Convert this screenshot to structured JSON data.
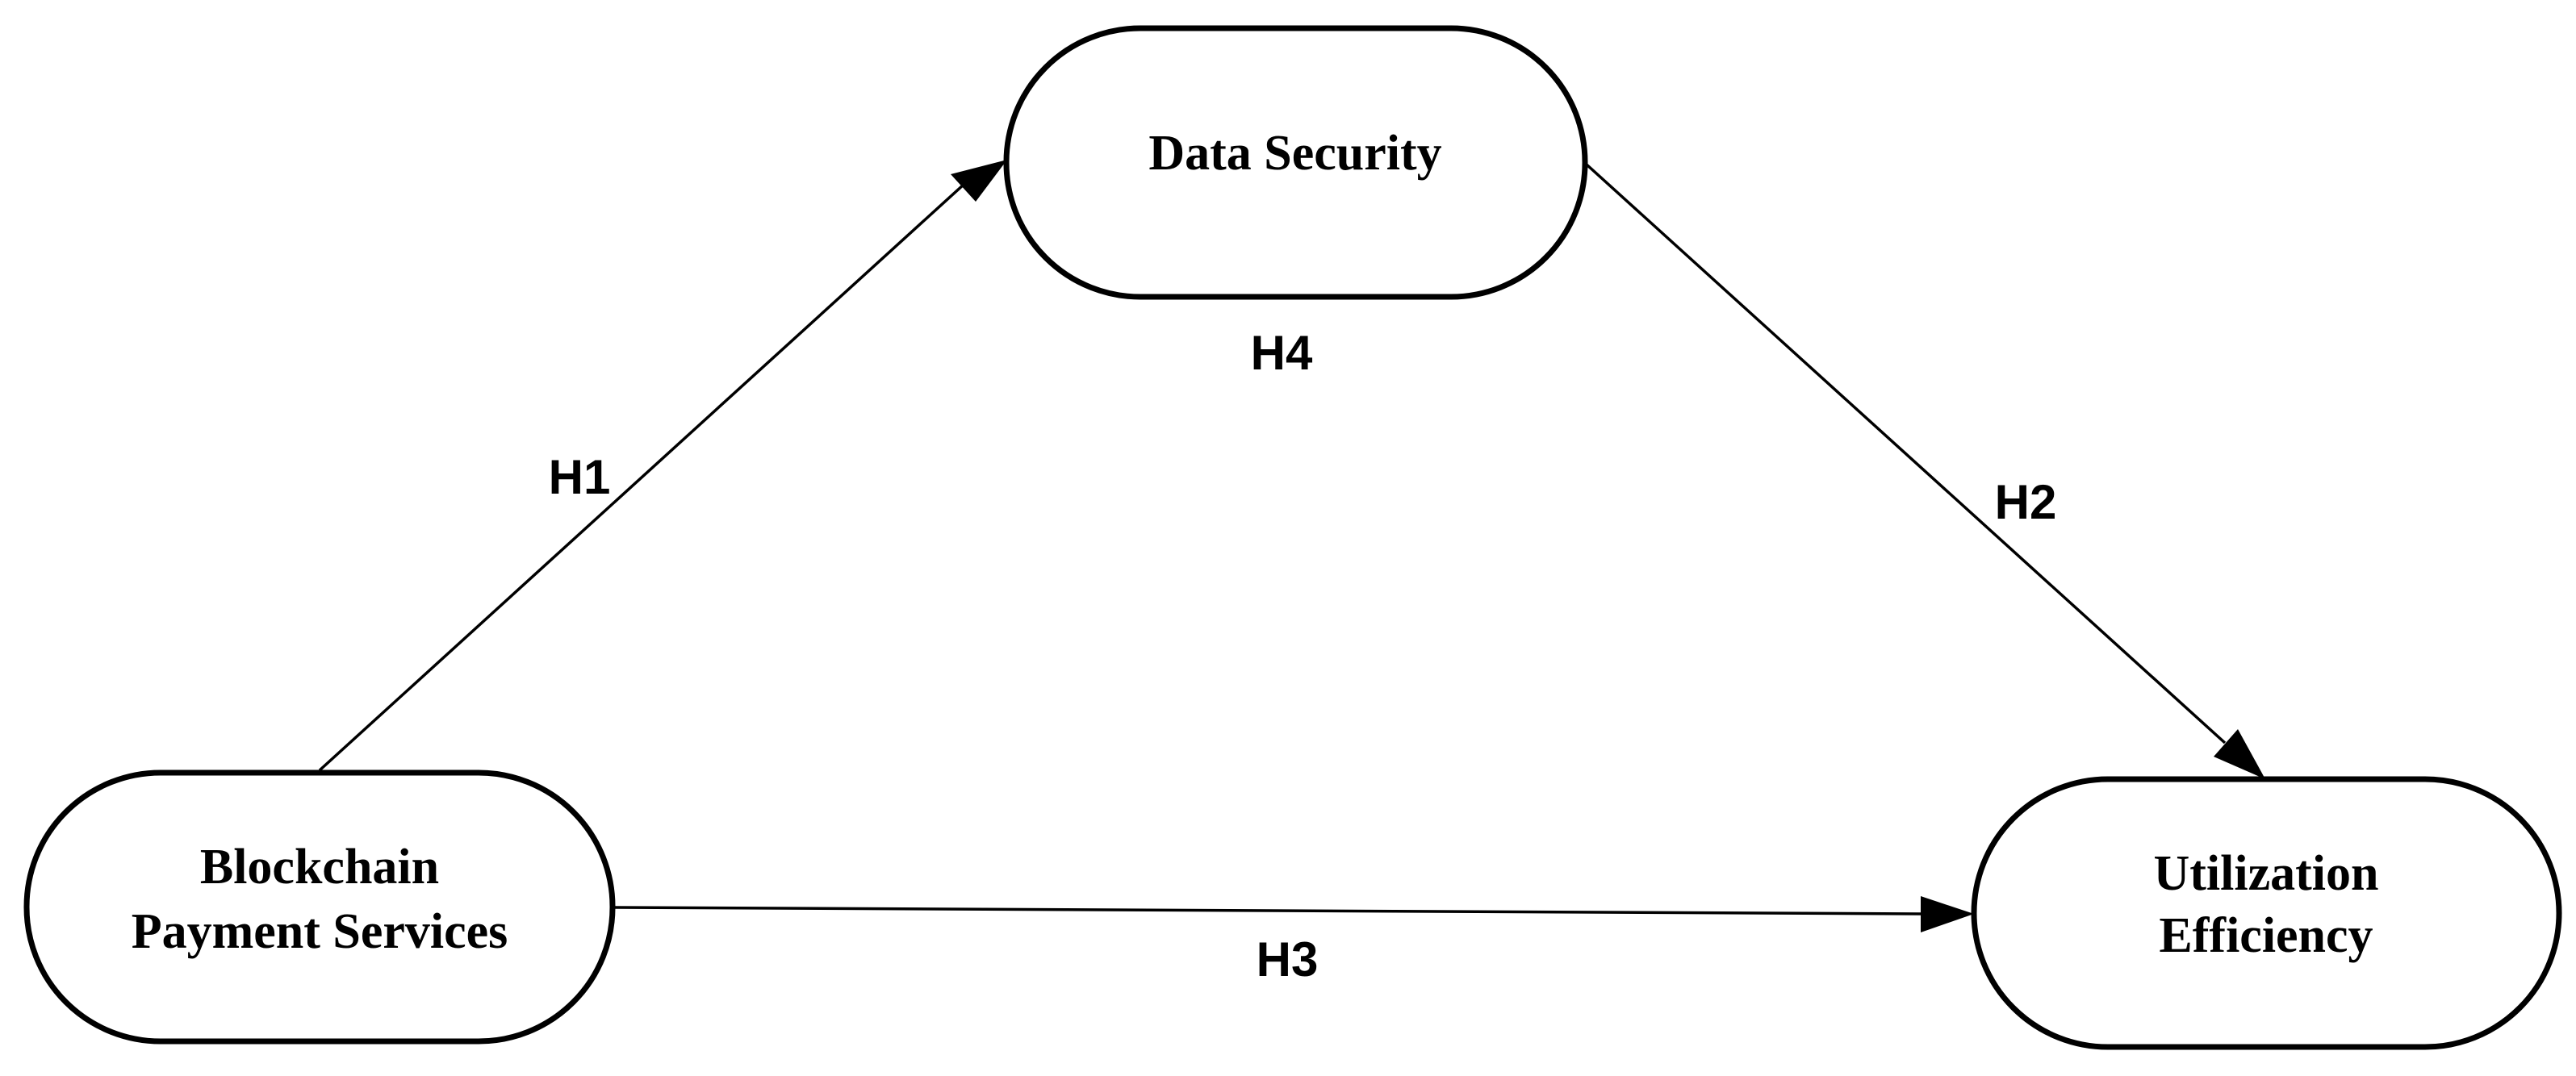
{
  "nodes": {
    "data_security": {
      "lines": [
        "Data Security"
      ]
    },
    "blockchain": {
      "lines": [
        "Blockchain",
        "Payment Services"
      ]
    },
    "utilization": {
      "lines": [
        "Utilization",
        "Efficiency"
      ]
    }
  },
  "edges": {
    "h1": {
      "label": "H1",
      "from": "blockchain",
      "to": "data_security"
    },
    "h2": {
      "label": "H2",
      "from": "data_security",
      "to": "utilization"
    },
    "h3": {
      "label": "H3",
      "from": "blockchain",
      "to": "utilization"
    },
    "h4": {
      "label": "H4"
    }
  }
}
